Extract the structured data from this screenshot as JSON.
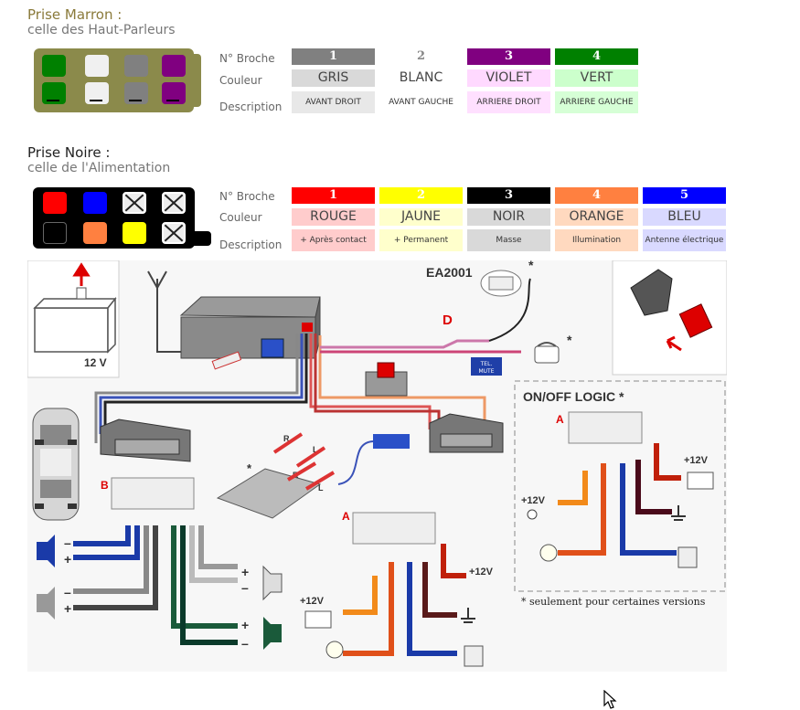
{
  "maroon": {
    "title": "Prise Marron :",
    "subtitle": "celle des Haut-Parleurs",
    "labels": {
      "pin": "N° Broche",
      "color": "Couleur",
      "desc": "Description"
    },
    "pins": [
      {
        "num": "1",
        "color": "GRIS",
        "desc": "AVANT DROIT",
        "head_bg": "#808080",
        "color_bg": "#d9d9d9",
        "desc_bg": "#e8e8e8"
      },
      {
        "num": "2",
        "color": "BLANC",
        "desc": "AVANT GAUCHE",
        "head_bg": "#ffffff",
        "color_bg": "#ffffff",
        "desc_bg": "#ffffff"
      },
      {
        "num": "3",
        "color": "VIOLET",
        "desc": "ARRIERE DROIT",
        "head_bg": "#800080",
        "color_bg": "#ffd9ff",
        "desc_bg": "#ffe0ff"
      },
      {
        "num": "4",
        "color": "VERT",
        "desc": "ARRIERE GAUCHE",
        "head_bg": "#008000",
        "color_bg": "#ccffcc",
        "desc_bg": "#d6ffd6"
      }
    ],
    "connector_color": "#8b8a4b"
  },
  "black": {
    "title": "Prise Noire :",
    "subtitle": "celle de l'Alimentation",
    "labels": {
      "pin": "N° Broche",
      "color": "Couleur",
      "desc": "Description"
    },
    "pins": [
      {
        "num": "1",
        "color": "ROUGE",
        "desc": "+ Après contact",
        "head_bg": "#ff0000",
        "color_bg": "#ffcccc",
        "desc_bg": "#ffcccc"
      },
      {
        "num": "2",
        "color": "JAUNE",
        "desc": "+ Permanent",
        "head_bg": "#ffff00",
        "color_bg": "#ffffcc",
        "desc_bg": "#ffffcc"
      },
      {
        "num": "3",
        "color": "NOIR",
        "desc": "Masse",
        "head_bg": "#000000",
        "color_bg": "#d9d9d9",
        "desc_bg": "#d9d9d9"
      },
      {
        "num": "4",
        "color": "ORANGE",
        "desc": "Illumination",
        "head_bg": "#ff8040",
        "color_bg": "#ffd9bf",
        "desc_bg": "#ffd9bf"
      },
      {
        "num": "5",
        "color": "BLEU",
        "desc": "Antenne électrique",
        "head_bg": "#0000ff",
        "color_bg": "#d9d9ff",
        "desc_bg": "#d9d9ff"
      }
    ]
  },
  "diagram": {
    "ea2001": "EA2001",
    "voltage_battery": "12 V",
    "label_d": "D",
    "tel_mute_1": "TEL.",
    "tel_mute_2": "MUTE",
    "onoff_title": "ON/OFF LOGIC *",
    "plus12v": "+12V",
    "label_a": "A",
    "label_b": "B",
    "note": "* seulement pour certaines versions",
    "asterisk": "*",
    "plus": "+",
    "minus": "–",
    "r": "R",
    "l": "L"
  }
}
